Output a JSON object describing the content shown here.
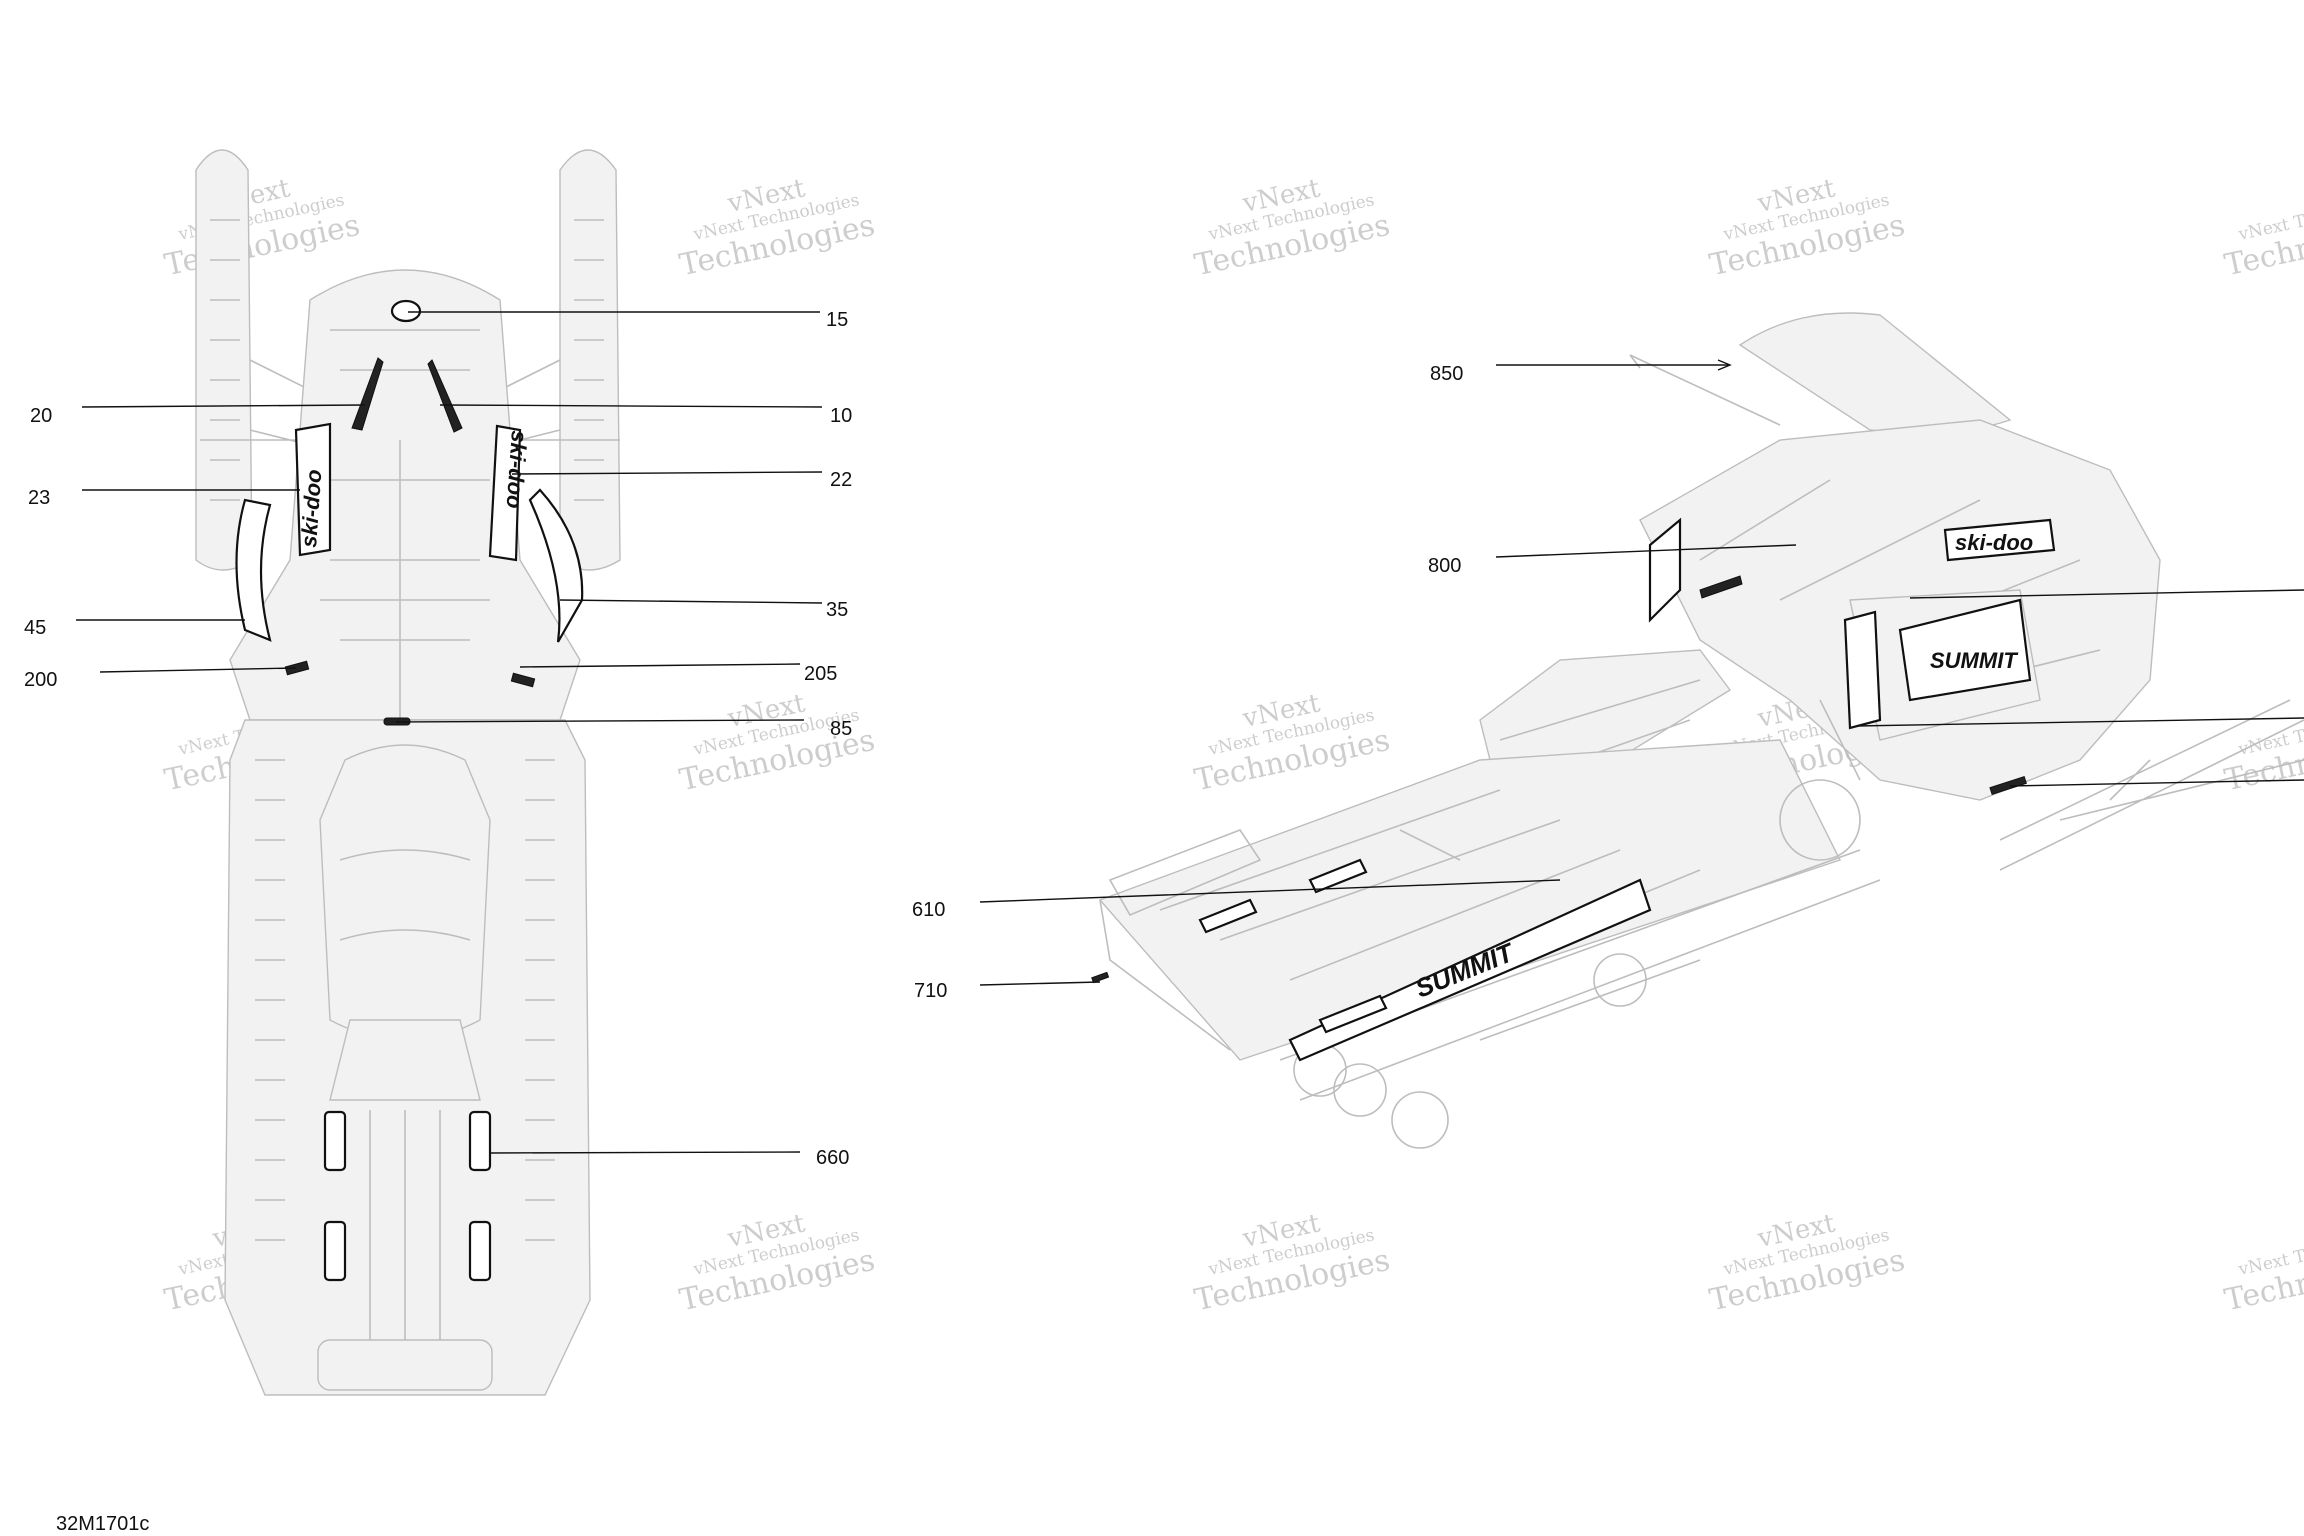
{
  "figure_ref": "32M1701c",
  "watermark": {
    "line1": "vNext Technologies",
    "line2": "Technologies",
    "line3": "vNext"
  },
  "callouts": {
    "c15": "15",
    "c10": "10",
    "c20": "20",
    "c22": "22",
    "c23": "23",
    "c35": "35",
    "c45": "45",
    "c200": "200",
    "c205": "205",
    "c85": "85",
    "c660": "660",
    "c850": "850",
    "c800": "800",
    "c610": "610",
    "c710": "710"
  },
  "decal_text": {
    "brand": "ski-doo",
    "model": "SUMMIT"
  }
}
